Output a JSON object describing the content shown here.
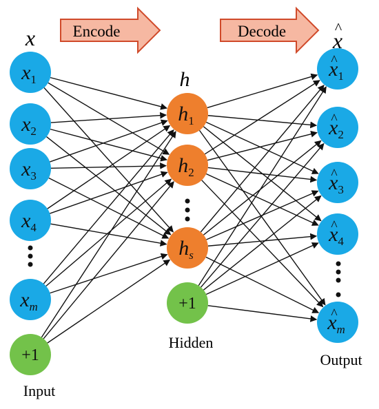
{
  "colors": {
    "input_node": "#1aa9e6",
    "hidden_node": "#ee7f2d",
    "bias_node": "#73c24a",
    "arrow_fill": "#f6b8a2",
    "arrow_stroke": "#d04a2a",
    "edge": "#111111"
  },
  "arrows": {
    "encode_label": "Encode",
    "decode_label": "Decode"
  },
  "headers": {
    "input_symbol": "x",
    "hidden_symbol": "h",
    "output_symbol": "x",
    "output_hat": "^"
  },
  "input_layer": {
    "caption": "Input",
    "nodes": [
      {
        "base": "x",
        "sub": "1"
      },
      {
        "base": "x",
        "sub": "2"
      },
      {
        "base": "x",
        "sub": "3"
      },
      {
        "base": "x",
        "sub": "4"
      },
      {
        "base": "x",
        "sub": "m"
      }
    ],
    "bias_label": "+1"
  },
  "hidden_layer": {
    "caption": "Hidden",
    "nodes": [
      {
        "base": "h",
        "sub": "1"
      },
      {
        "base": "h",
        "sub": "2"
      },
      {
        "base": "h",
        "sub": "s"
      }
    ],
    "bias_label": "+1"
  },
  "output_layer": {
    "caption": "Output",
    "hat": "^",
    "nodes": [
      {
        "base": "x",
        "sub": "1"
      },
      {
        "base": "x",
        "sub": "2"
      },
      {
        "base": "x",
        "sub": "3"
      },
      {
        "base": "x",
        "sub": "4"
      },
      {
        "base": "x",
        "sub": "m"
      }
    ]
  }
}
